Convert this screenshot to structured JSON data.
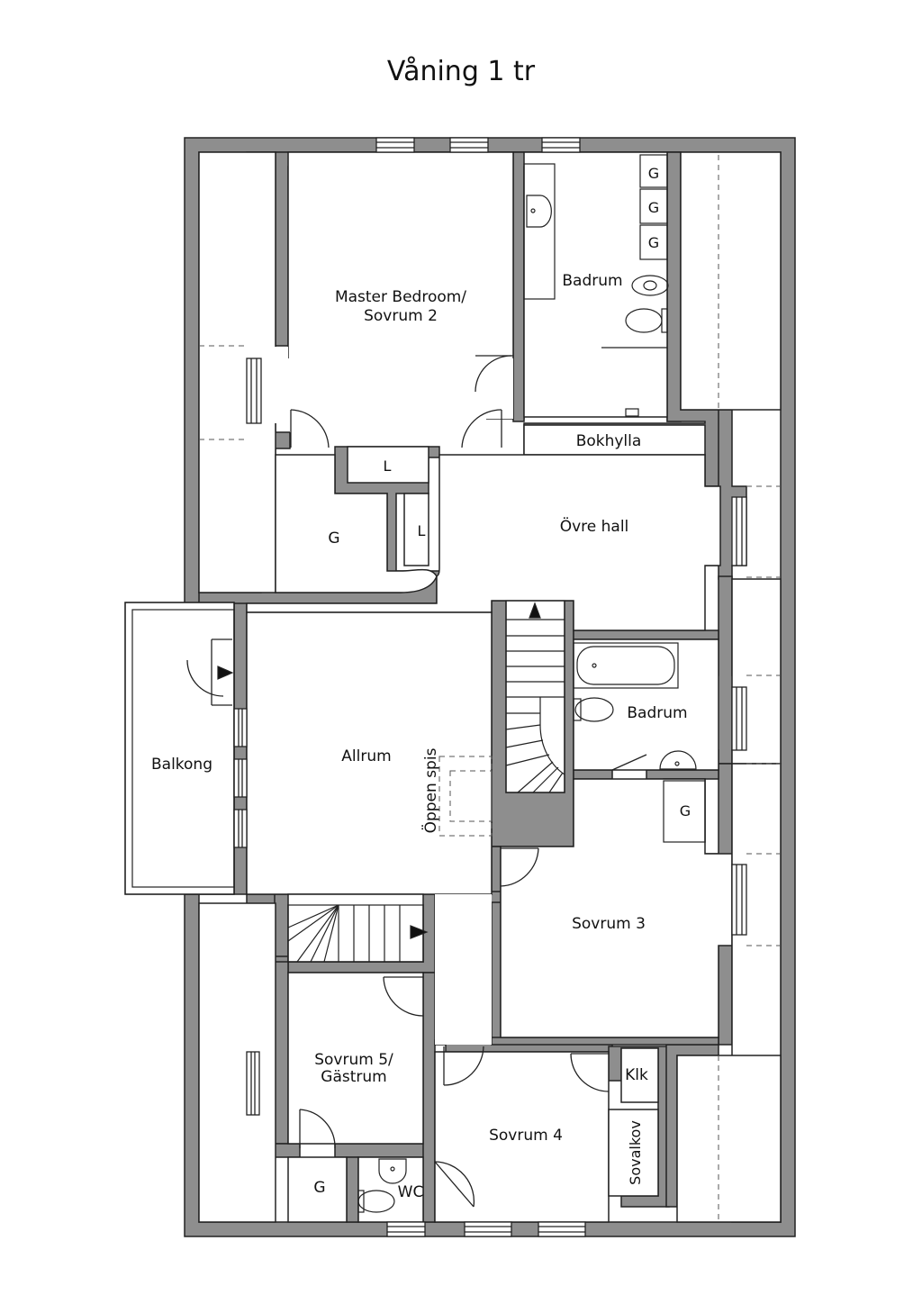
{
  "title": "Våning 1 tr",
  "colors": {
    "wall": "#8e8e8e",
    "wall_stroke": "#222222",
    "line": "#222222",
    "dash": "#666666"
  },
  "rooms": {
    "master": [
      "Master Bedroom/",
      "Sovrum 2"
    ],
    "badrum_top": "Badrum",
    "g_top": [
      "G",
      "G",
      "G"
    ],
    "bokhylla": "Bokhylla",
    "l1": "L",
    "l2": "L",
    "g_mid": "G",
    "ovre_hall": "Övre hall",
    "badrum_mid": "Badrum",
    "g_right": "G",
    "balkong": "Balkong",
    "allrum": "Allrum",
    "oppen_spis": "Öppen spis",
    "sovrum3": "Sovrum 3",
    "sovrum5": [
      "Sovrum 5/",
      "Gästrum"
    ],
    "klk": "Klk",
    "sovrum4": "Sovrum 4",
    "sovalkov": "Sovalkov",
    "g_bottom": "G",
    "wc": "WC"
  }
}
